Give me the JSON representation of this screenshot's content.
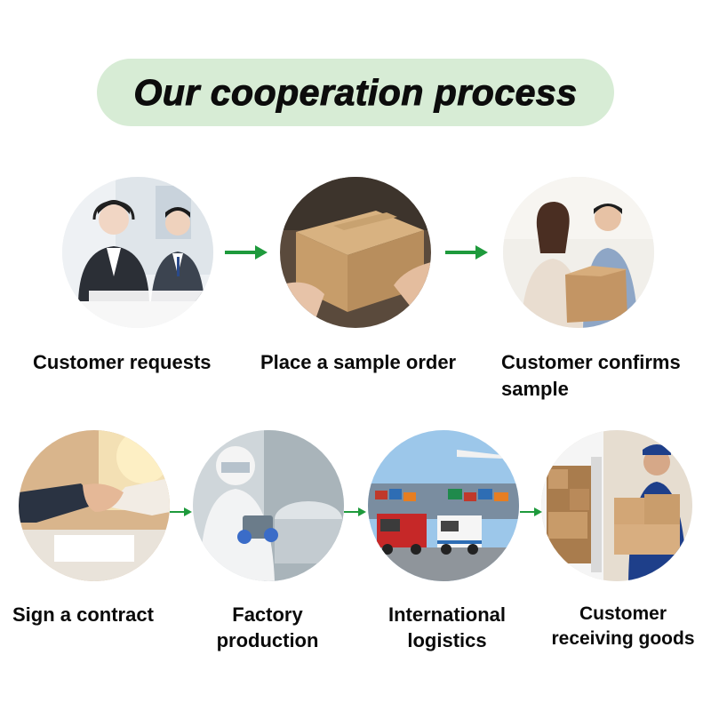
{
  "title": "Our cooperation process",
  "colors": {
    "title_pill_bg": "#d7ecd5",
    "arrow": "#1e9a3c",
    "text": "#0a0a0a"
  },
  "steps": [
    {
      "label_lines": [
        "Customer requests"
      ],
      "icon": "customer-service-photo-icon"
    },
    {
      "label_lines": [
        "Place a sample order"
      ],
      "icon": "sample-box-handover-photo-icon"
    },
    {
      "label_lines": [
        "Customer confirms",
        "sample"
      ],
      "icon": "customers-opening-box-photo-icon"
    },
    {
      "label_lines": [
        "Sign a contract"
      ],
      "icon": "handshake-photo-icon"
    },
    {
      "label_lines": [
        "Factory",
        "production"
      ],
      "icon": "factory-worker-photo-icon"
    },
    {
      "label_lines": [
        "International",
        "logistics"
      ],
      "icon": "cargo-port-trucks-photo-icon"
    },
    {
      "label_lines": [
        "Customer",
        "receiving goods"
      ],
      "icon": "delivery-man-boxes-photo-icon"
    }
  ],
  "arrows": [
    "arrow-right-icon",
    "arrow-right-icon",
    "arrow-right-icon",
    "arrow-right-icon",
    "arrow-right-icon"
  ]
}
